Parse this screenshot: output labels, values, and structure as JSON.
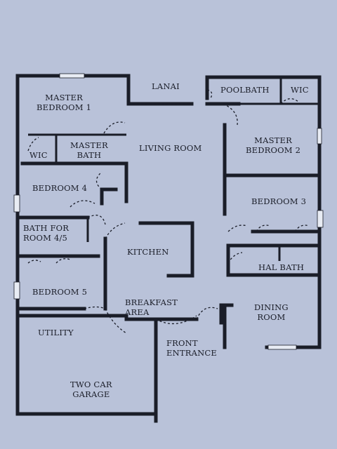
{
  "rooms": {
    "master_bedroom_1": [
      "MASTER",
      "BEDROOM 1"
    ],
    "lanai": "LANAI",
    "poolbath": "POOLBATH",
    "wic_right": "WIC",
    "wic_left": "WIC",
    "master_bath": [
      "MASTER",
      "BATH"
    ],
    "living_room": "LIVING ROOM",
    "master_bedroom_2": [
      "MASTER",
      "BEDROOM 2"
    ],
    "bedroom_4": "BEDROOM 4",
    "bedroom_3": "BEDROOM 3",
    "bath_room_45": [
      "BATH FOR",
      "ROOM 4/5"
    ],
    "kitchen": "KITCHEN",
    "hal_bath": "HAL BATH",
    "bedroom_5": "BEDROOM 5",
    "breakfast_area": [
      "BREAKFAST",
      "AREA"
    ],
    "dining_room": [
      "DINING",
      "ROOM"
    ],
    "utility": "UTILITY",
    "front_entrance": [
      "FRONT",
      "ENTRANCE"
    ],
    "two_car_garage": [
      "TWO CAR",
      "GARAGE"
    ]
  },
  "colors": {
    "background": "#b9c2d9",
    "wall": "#1a1d28",
    "window": "#e8ecf4"
  }
}
